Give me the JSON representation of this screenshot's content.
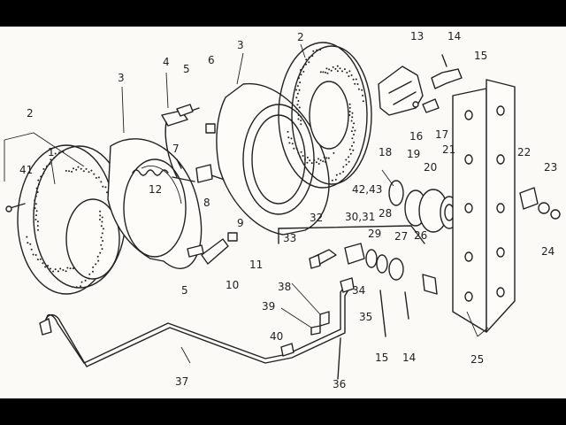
{
  "diagram": {
    "title": "",
    "colors": {
      "ink": "#222222",
      "paper": "#fbfaf6",
      "letterbox": "#000000"
    },
    "callouts": [
      "1",
      "2",
      "3",
      "4",
      "5",
      "6",
      "7",
      "8",
      "9",
      "10",
      "11",
      "12",
      "13",
      "14",
      "15",
      "16",
      "17",
      "18",
      "19",
      "20",
      "21",
      "22",
      "23",
      "24",
      "25",
      "26",
      "27",
      "28",
      "29",
      "30,31",
      "32",
      "33",
      "34",
      "35",
      "36",
      "37",
      "38",
      "39",
      "40",
      "41",
      "42,43"
    ],
    "labels": {
      "l2a": "2",
      "l2b": "2",
      "l3a": "3",
      "l3b": "3",
      "l1": "1",
      "l41": "41",
      "l4": "4",
      "l5a": "5",
      "l6": "6",
      "l7": "7",
      "l12": "12",
      "l8": "8",
      "l9": "9",
      "l5b": "5",
      "l10": "10",
      "l11": "11",
      "l13": "13",
      "l14a": "14",
      "l15a": "15",
      "l16": "16",
      "l17": "17",
      "l18": "18",
      "l19": "19",
      "l20": "20",
      "l21": "21",
      "l22": "22",
      "l23": "23",
      "l24": "24",
      "l25": "25",
      "l4243": "42,43",
      "l32": "32",
      "l3031": "30,31",
      "l28": "28",
      "l29": "29",
      "l27": "27",
      "l26": "26",
      "l33": "33",
      "l34": "34",
      "l35": "35",
      "l15b": "15",
      "l14b": "14",
      "l38": "38",
      "l39": "39",
      "l40": "40",
      "l37": "37",
      "l36": "36"
    }
  }
}
